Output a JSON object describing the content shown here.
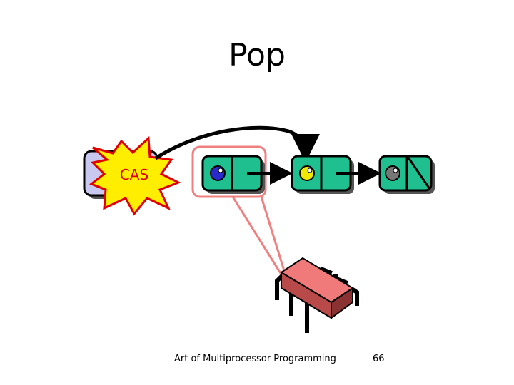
{
  "slide": {
    "title": "Pop",
    "footer_left": "Art of Multiprocessor Programming",
    "page_number": "66"
  },
  "diagram": {
    "cas_label": "CAS",
    "colors": {
      "node_fill": "#1fbf8f",
      "top_box_fill": "#c8c8f0",
      "burst_fill": "#ffee00",
      "burst_stroke": "#e00000",
      "cas_text": "#e00000",
      "highlight": "#f08080",
      "thread_fill": "#f07a7a",
      "value_blue": "#2a2acc",
      "value_yellow": "#f0e800",
      "value_gray": "#777777"
    },
    "nodes": [
      {
        "name": "node-1",
        "value_color": "value_blue"
      },
      {
        "name": "node-2",
        "value_color": "value_yellow"
      },
      {
        "name": "node-3",
        "value_color": "value_gray",
        "next_null": true
      }
    ]
  }
}
